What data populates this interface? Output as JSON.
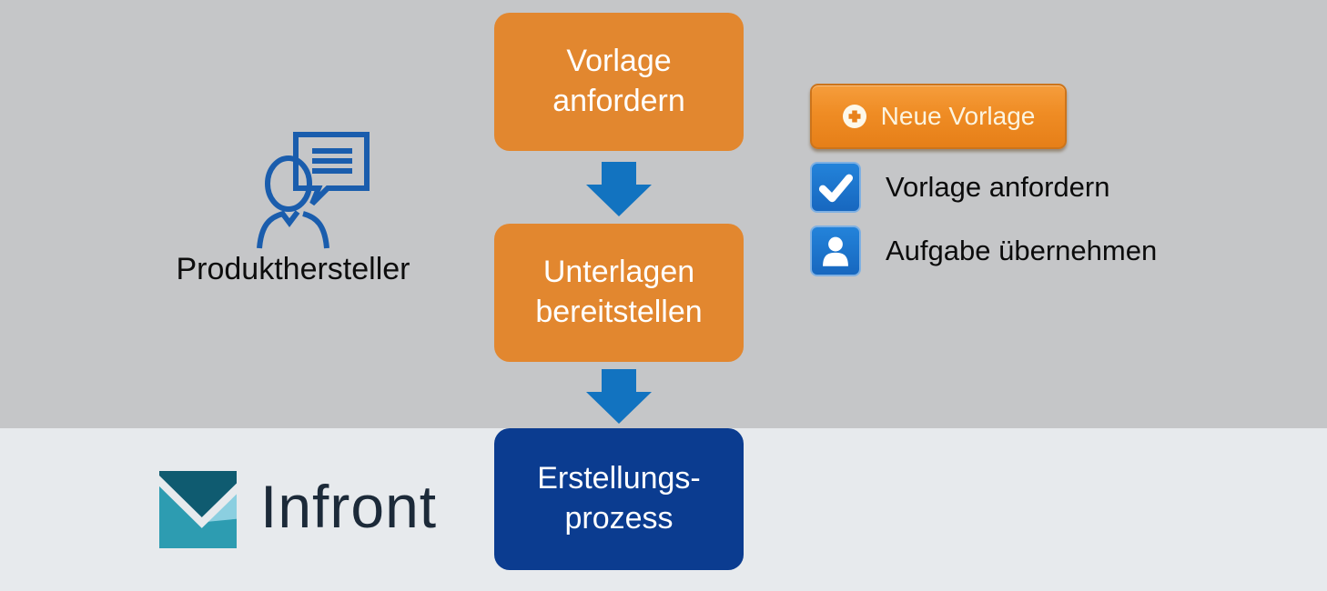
{
  "actor": {
    "label": "Produkthersteller",
    "icon": "person-with-speech-bubble"
  },
  "flow": {
    "steps": [
      {
        "line1": "Vorlage",
        "line2": "anfordern",
        "color": "#E2872F"
      },
      {
        "line1": "Unterlagen",
        "line2": "bereitstellen",
        "color": "#E2872F"
      },
      {
        "line1": "Erstellungs-",
        "line2": "prozess",
        "color": "#0B3C90"
      }
    ],
    "arrow_color": "#1273C0"
  },
  "legend": {
    "button": {
      "label": "Neue Vorlage",
      "icon": "plus-circle"
    },
    "items": [
      {
        "icon": "checkmark",
        "label": "Vorlage anfordern"
      },
      {
        "icon": "person",
        "label": "Aufgabe übernehmen"
      }
    ]
  },
  "logo": {
    "text": "Infront"
  },
  "colors": {
    "top_background": "#C5C6C8",
    "bottom_background": "#E7EAED",
    "orange_box": "#E2872F",
    "dark_blue_box": "#0B3C90",
    "arrow_blue": "#1273C0",
    "legend_icon_blue": "#1B76D1",
    "button_orange": "#EF8C24",
    "outline_icon_blue": "#1A5DAD",
    "logo_dark_teal": "#0F5B70",
    "logo_teal": "#2D9CB1",
    "logo_light_blue": "#8BCFE0",
    "logo_text_color": "#1C2A39"
  }
}
